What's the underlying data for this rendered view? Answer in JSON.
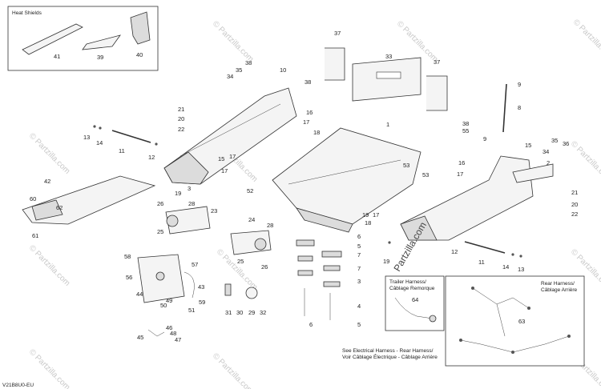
{
  "heat_shields": {
    "title": "Heat Shields",
    "callouts": [
      "41",
      "39",
      "40"
    ]
  },
  "trailer_harness": {
    "title_en": "Trailer Harness/",
    "title_fr": "Câblage Remorque",
    "callout": "64"
  },
  "rear_harness": {
    "title_en": "Rear Harness/",
    "title_fr": "Câblage Arrière",
    "callout": "63"
  },
  "see_note": {
    "line1": "See Electrical Harness - Rear Harness/",
    "line2": "Voir Câblage Électrique - Câblage Arrière"
  },
  "watermark": {
    "brand": "© Partzilla.com",
    "large": "Partzilla.com"
  },
  "footer_code": "V21B8U0-EU",
  "callouts": {
    "c37a": "37",
    "c33": "33",
    "c37b": "37",
    "c38a": "38",
    "c9a": "9",
    "c8": "8",
    "c36a": "38",
    "c35a": "35",
    "c34a": "34",
    "c10": "10",
    "c21a": "21",
    "c20a": "20",
    "c22a": "22",
    "c16a": "16",
    "c17a": "17",
    "c18a": "18",
    "c1": "1",
    "c38b": "38",
    "c55": "55",
    "c9b": "9",
    "c13a": "13",
    "c14a": "14",
    "c11a": "11",
    "c12a": "12",
    "c3a": "3",
    "c15a": "15",
    "c17b": "17",
    "c19a": "19",
    "c18b": "18",
    "c15b": "15",
    "c35b": "35",
    "c34b": "34",
    "c36b": "36",
    "c2": "2",
    "c42": "42",
    "c60": "60",
    "c62": "62",
    "c61": "61",
    "c26a": "26",
    "c28a": "28",
    "c23": "23",
    "c25a": "25",
    "c52": "52",
    "c53a": "53",
    "c53b": "53",
    "c16b": "16",
    "c17c": "17",
    "c21b": "21",
    "c20b": "20",
    "c22b": "22",
    "c19b": "19",
    "c17d": "17",
    "c18c": "18",
    "c24": "24",
    "c28b": "28",
    "c25b": "25",
    "c26b": "26",
    "c6a": "6",
    "c5a": "5",
    "c7a": "7",
    "c7b": "7",
    "c3b": "3",
    "c4": "4",
    "c6b": "6",
    "c5b": "5",
    "c12b": "12",
    "c11b": "11",
    "c14b": "14",
    "c13b": "13",
    "c19c": "19",
    "c58": "58",
    "c57": "57",
    "c56": "56",
    "c43": "43",
    "c44": "44",
    "c49": "49",
    "c59": "59",
    "c50": "50",
    "c51": "51",
    "c31": "31",
    "c30": "30",
    "c29": "29",
    "c32": "32",
    "c46": "46",
    "c48": "48",
    "c45": "45",
    "c47": "47"
  }
}
